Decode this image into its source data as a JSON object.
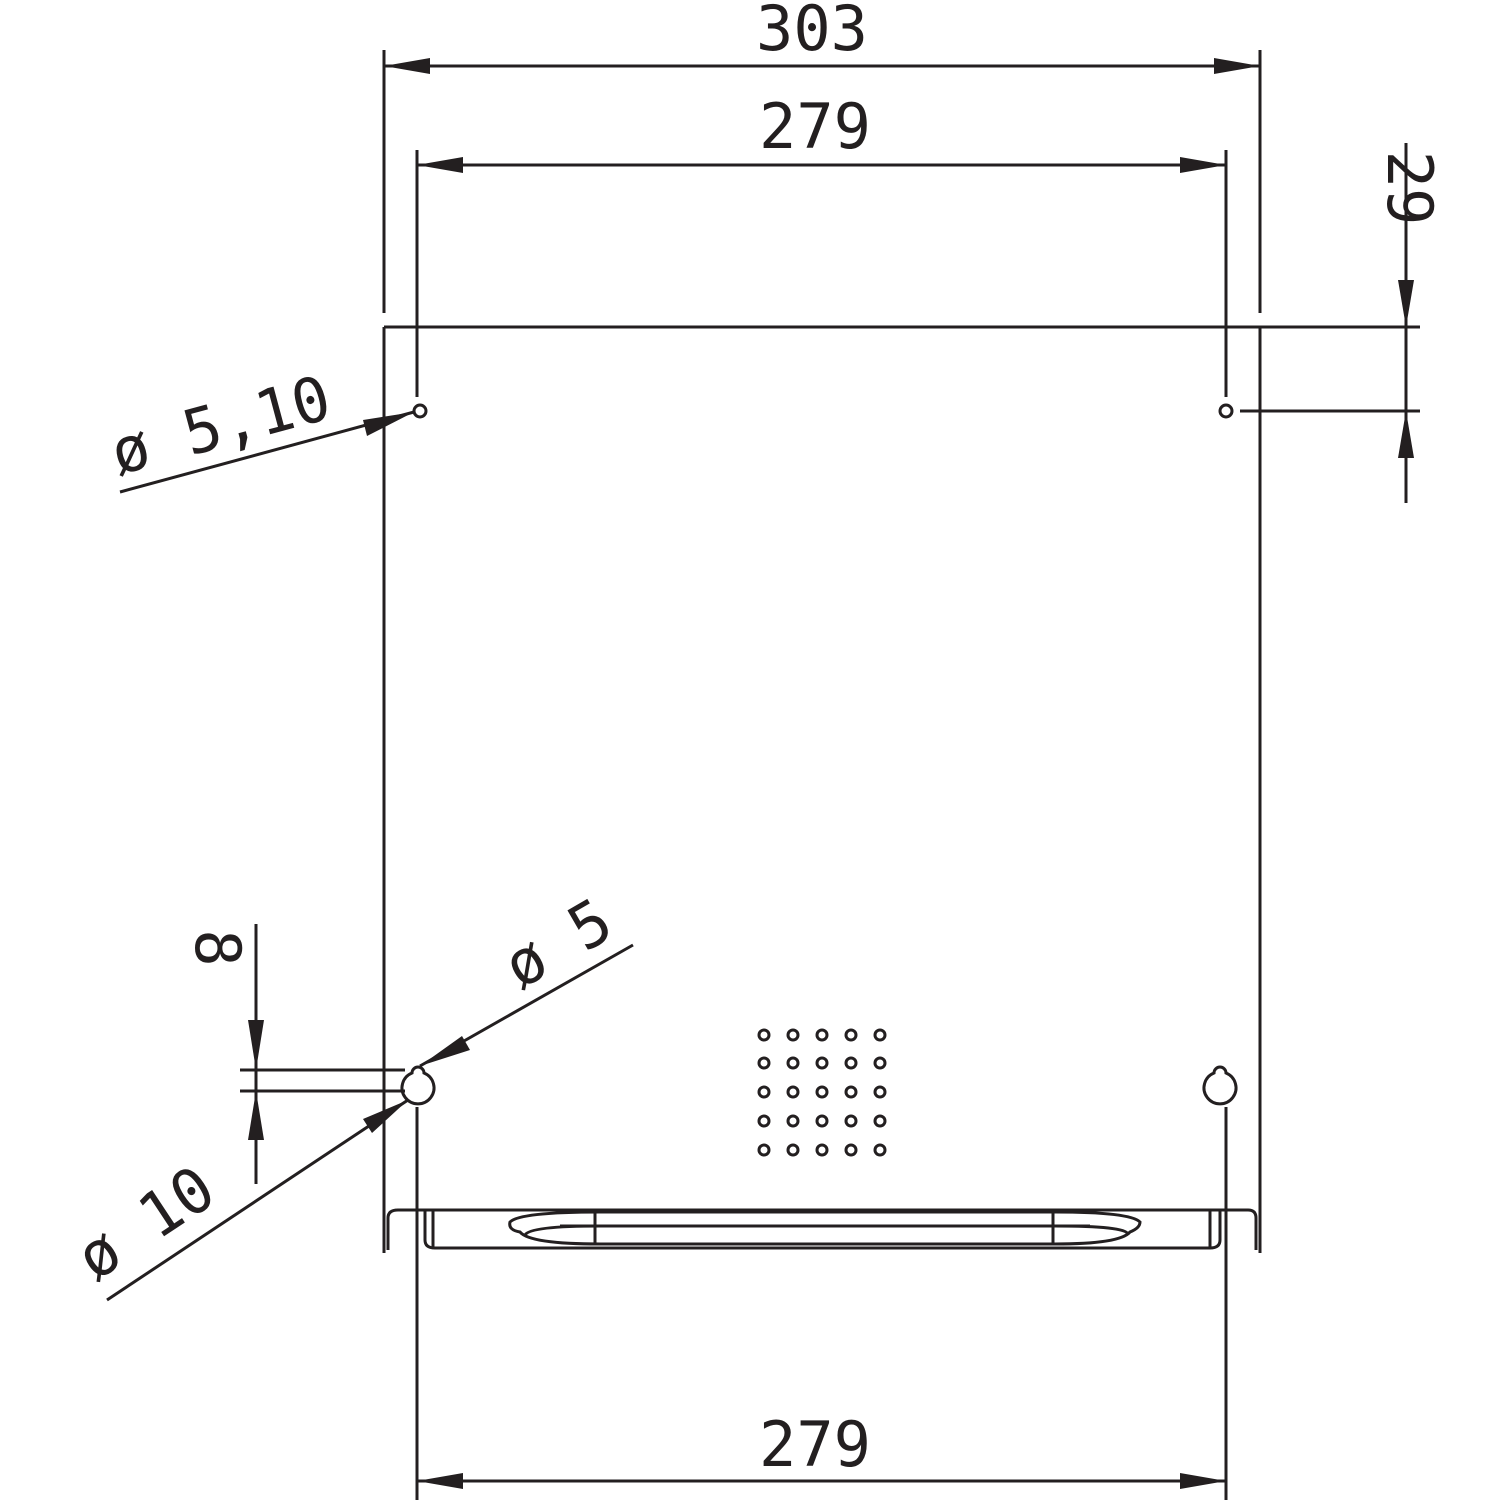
{
  "drawing": {
    "type": "technical-drawing",
    "subject": "wall-mount plate with keyhole slots and ventilation holes",
    "colors": {
      "line": "#231f20",
      "background": "#ffffff"
    }
  },
  "dimensions": {
    "overall_width": "303",
    "top_hole_spacing": "279",
    "bottom_hole_spacing": "279",
    "top_hole_offset": "29",
    "top_hole_diameter": "ø 5,10",
    "keyhole_slot_diameter": "ø 5",
    "keyhole_head_diameter": "ø 10",
    "keyhole_slot_length": "8"
  },
  "vent_grid": {
    "rows": 5,
    "cols": 5
  }
}
